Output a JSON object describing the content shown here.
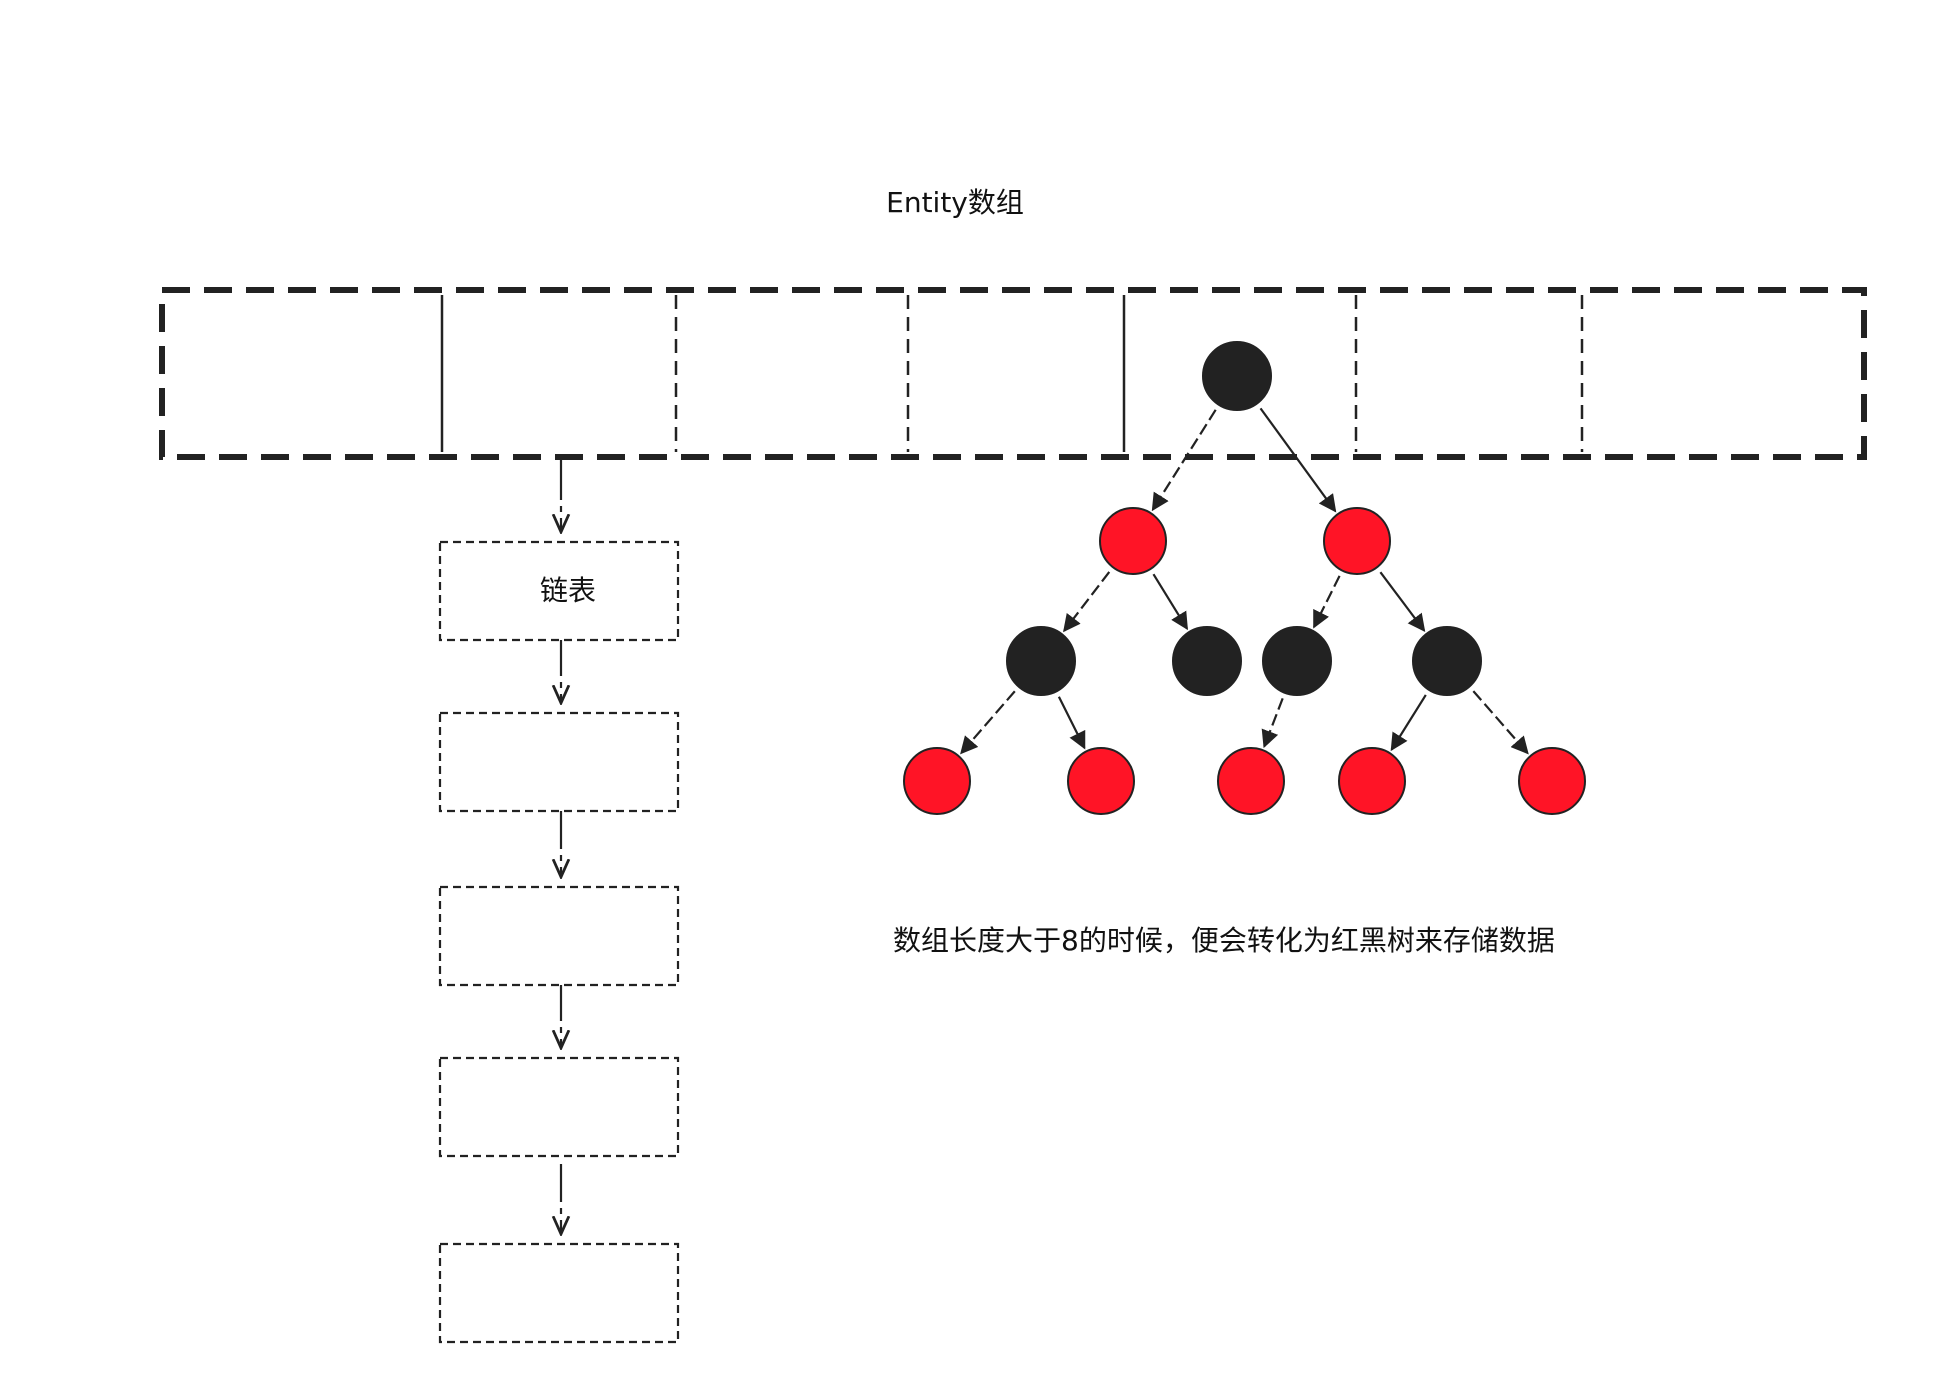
{
  "title": "Entity数组",
  "linked_list_label": "链表",
  "caption": "数组长度大于8的时候，便会转化为红黑树来存储数据",
  "colors": {
    "red_node": "#ff1426",
    "black_node": "#222222",
    "stroke": "#222222",
    "background": "#ffffff"
  },
  "tree": {
    "nodes": [
      {
        "id": "root",
        "color": "black",
        "level": 0
      },
      {
        "id": "l",
        "color": "red",
        "level": 1
      },
      {
        "id": "r",
        "color": "red",
        "level": 1
      },
      {
        "id": "ll",
        "color": "black",
        "level": 2
      },
      {
        "id": "lr",
        "color": "black",
        "level": 2
      },
      {
        "id": "rl",
        "color": "black",
        "level": 2
      },
      {
        "id": "rr",
        "color": "black",
        "level": 2
      },
      {
        "id": "lll",
        "color": "red",
        "level": 3
      },
      {
        "id": "llr",
        "color": "red",
        "level": 3
      },
      {
        "id": "rll",
        "color": "red",
        "level": 3
      },
      {
        "id": "rrl",
        "color": "red",
        "level": 3
      },
      {
        "id": "rrr",
        "color": "red",
        "level": 3
      }
    ],
    "edges": [
      [
        "root",
        "l"
      ],
      [
        "root",
        "r"
      ],
      [
        "l",
        "ll"
      ],
      [
        "l",
        "lr"
      ],
      [
        "r",
        "rl"
      ],
      [
        "r",
        "rr"
      ],
      [
        "ll",
        "lll"
      ],
      [
        "ll",
        "llr"
      ],
      [
        "rl",
        "rll"
      ],
      [
        "rr",
        "rrl"
      ],
      [
        "rr",
        "rrr"
      ]
    ]
  }
}
